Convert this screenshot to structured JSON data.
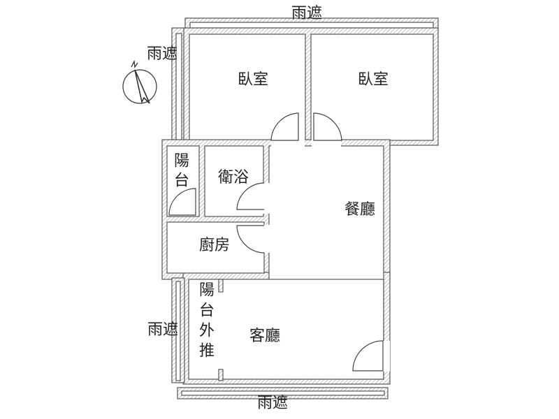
{
  "plan": {
    "compass_mark": "N",
    "labels": {
      "canopy_top": "雨遮",
      "canopy_left_upper": "雨遮",
      "canopy_left_lower": "雨遮",
      "canopy_bottom": "雨遮",
      "bedroom_1": "臥室",
      "bedroom_2": "臥室",
      "balcony": "陽台",
      "bathroom": "衛浴",
      "dining": "餐廳",
      "kitchen": "廚房",
      "balcony_extension": "陽台外推",
      "living": "客廳"
    }
  },
  "colors": {
    "wall": "#555555",
    "hatch": "#999999"
  }
}
